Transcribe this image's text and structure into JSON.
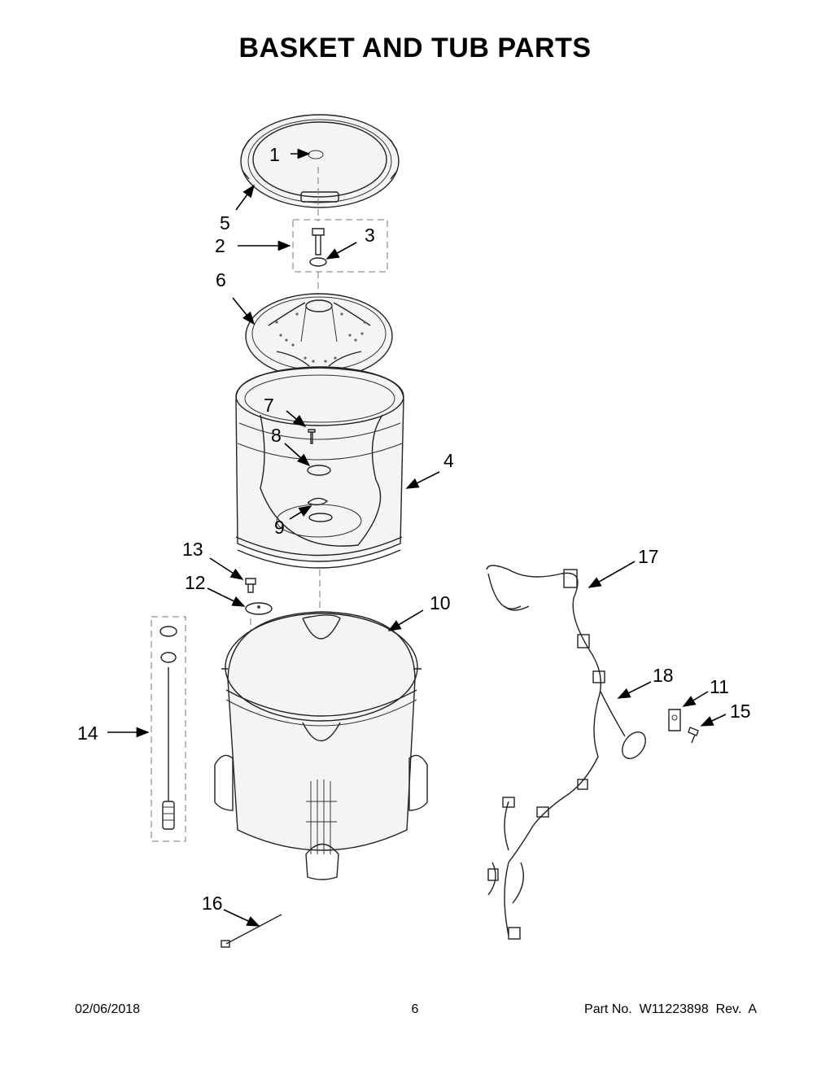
{
  "title": "BASKET AND TUB PARTS",
  "callouts": [
    {
      "id": "1",
      "label": "1"
    },
    {
      "id": "2",
      "label": "2"
    },
    {
      "id": "3",
      "label": "3"
    },
    {
      "id": "4",
      "label": "4"
    },
    {
      "id": "5",
      "label": "5"
    },
    {
      "id": "6",
      "label": "6"
    },
    {
      "id": "7",
      "label": "7"
    },
    {
      "id": "8",
      "label": "8"
    },
    {
      "id": "9",
      "label": "9"
    },
    {
      "id": "10",
      "label": "10"
    },
    {
      "id": "11",
      "label": "11"
    },
    {
      "id": "12",
      "label": "12"
    },
    {
      "id": "13",
      "label": "13"
    },
    {
      "id": "14",
      "label": "14"
    },
    {
      "id": "15",
      "label": "15"
    },
    {
      "id": "16",
      "label": "16"
    },
    {
      "id": "17",
      "label": "17"
    },
    {
      "id": "18",
      "label": "18"
    }
  ],
  "footer": {
    "date": "02/06/2018",
    "page": "6",
    "part_number": "Part No.  W11223898  Rev.  A"
  }
}
